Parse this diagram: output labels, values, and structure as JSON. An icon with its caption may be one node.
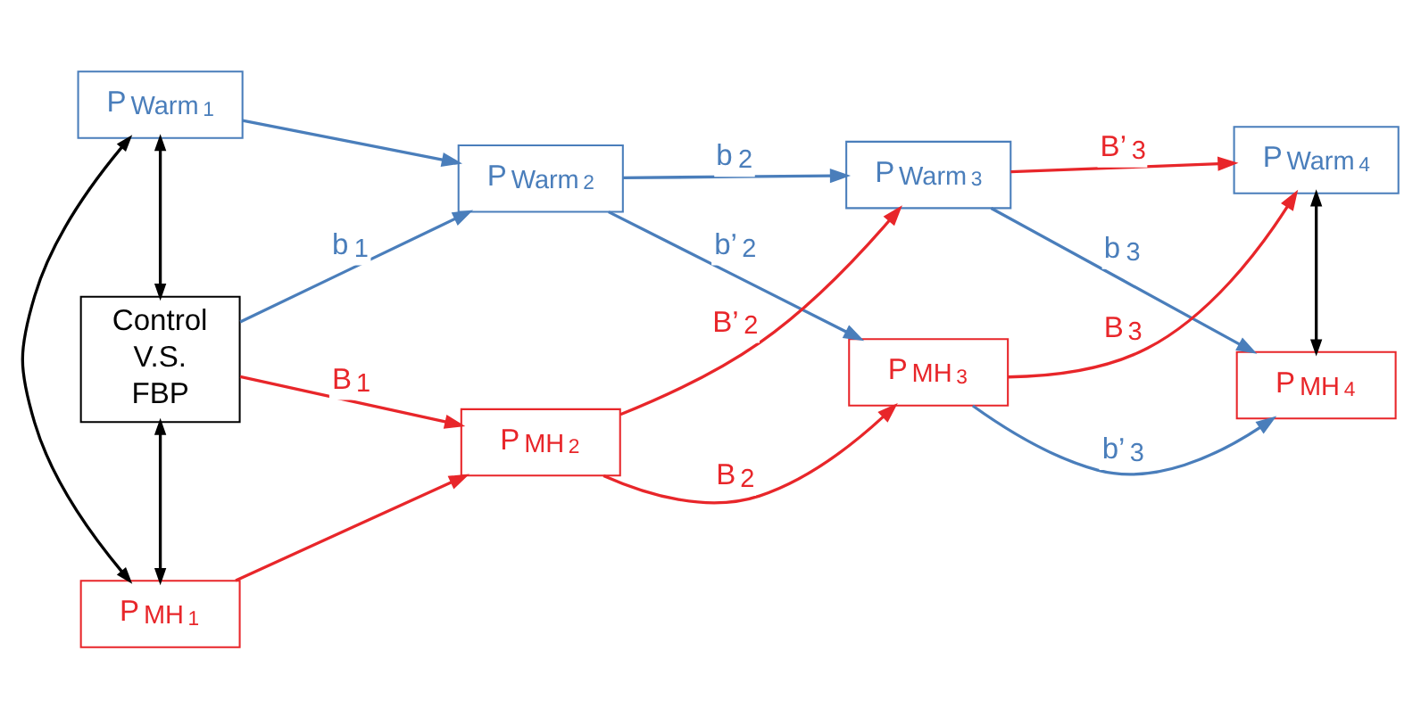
{
  "diagram": {
    "nodes": [
      {
        "text": [
          "P$_{Warm}$$_{1}$"
        ]
      },
      {
        "text": [
          "P$_{Warm}$$_{2}$"
        ]
      },
      {
        "text": [
          "P$_{Warm}$$_{3}$"
        ]
      },
      {
        "text": [
          "P$_{Warm}$$_{4}$"
        ]
      },
      {
        "text": [
          "Control V.S. FBP"
        ]
      },
      {
        "text": [
          "P$_{MH}$$_{1}$"
        ]
      },
      {
        "text": [
          "P$_{MH}$$_{2}$"
        ]
      },
      {
        "text": [
          "P$_{MH}$$_{3}$"
        ]
      },
      {
        "text": [
          "P$_{MH}$$_{4}$"
        ]
      }
    ],
    "edges": [
      {
        "from": 0,
        "to": 1,
        "arrow": "to",
        "color": "#4a7ebb"
      },
      {
        "from": 1,
        "to": 2,
        "arrow": "to",
        "label": "b$_{2}$",
        "color": "#4a7ebb"
      },
      {
        "from": 2,
        "to": 3,
        "arrow": "to",
        "label": "B’$_{3}$",
        "color": "#e8262a"
      },
      {
        "from": 4,
        "to": 1,
        "arrow": "to",
        "label": "b$_{1}$",
        "color": "#4a7ebb"
      },
      {
        "from": 4,
        "to": 6,
        "arrow": "to",
        "label": "B$_{1}$",
        "color": "#e8262a"
      },
      {
        "from": 1,
        "to": 7,
        "arrow": "to",
        "label": "b’$_{2}$",
        "color": "#4a7ebb"
      },
      {
        "from": 6,
        "to": 2,
        "arrow": "to",
        "label": "B’$_{2}$",
        "color": "#e8262a"
      },
      {
        "from": 2,
        "to": 8,
        "arrow": "to",
        "label": "b$_{3}$",
        "color": "#4a7ebb"
      },
      {
        "from": 7,
        "to": 3,
        "arrow": "to",
        "label": "B$_{3}$",
        "color": "#e8262a"
      },
      {
        "from": 5,
        "to": 6,
        "arrow": "to",
        "color": "#e8262a"
      },
      {
        "from": 6,
        "to": 7,
        "arrow": "to",
        "label": "B$_{2}$",
        "color": "#e8262a"
      },
      {
        "from": 7,
        "to": 8,
        "arrow": "to",
        "label": "b’$_{3}$",
        "color": "#4a7ebb"
      },
      {
        "from": 0,
        "to": 4,
        "arrow": "both",
        "color": "#000000"
      },
      {
        "from": 4,
        "to": 5,
        "arrow": "both",
        "color": "#000000"
      },
      {
        "from": 0,
        "to": 5,
        "arrow": "both",
        "color": "#000000"
      },
      {
        "from": 3,
        "to": 8,
        "arrow": "both",
        "color": "#000000"
      }
    ]
  }
}
